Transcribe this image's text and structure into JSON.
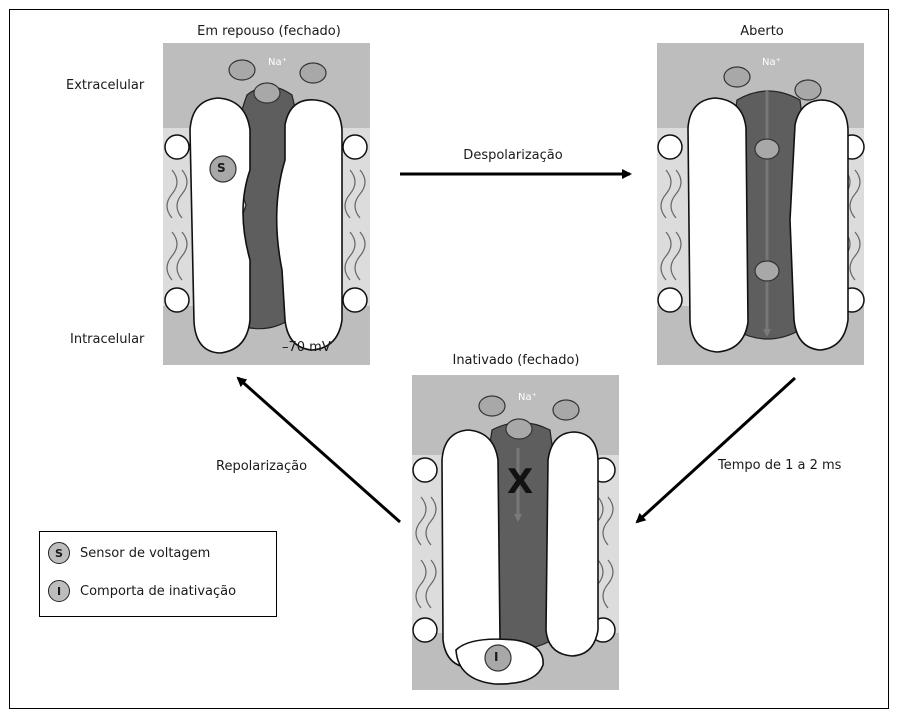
{
  "states": {
    "resting": {
      "title": "Em repouso (fechado)",
      "sensor_letter": "S",
      "voltage": "–70 mV"
    },
    "open": {
      "title": "Aberto"
    },
    "inactivated": {
      "title": "Inativado (fechado)",
      "gate_letter": "I",
      "block_mark": "X"
    }
  },
  "ion_label": "Na⁺",
  "regions": {
    "extracellular": "Extracelular",
    "intracellular": "Intracelular"
  },
  "transitions": {
    "depolarization": "Despolarização",
    "time": "Tempo de 1 a 2 ms",
    "repolarization": "Repolarização"
  },
  "legend": [
    {
      "symbol": "S",
      "label": "Sensor de voltagem"
    },
    {
      "symbol": "I",
      "label": "Comporta de inativação"
    }
  ],
  "colors": {
    "panel": "#bdbdbd",
    "membrane": "#dcdcdc",
    "channel_pore": "#5e5e5e",
    "subunit": "#ffffff",
    "ion": "#a8a8a8",
    "arrow": "#000000"
  }
}
